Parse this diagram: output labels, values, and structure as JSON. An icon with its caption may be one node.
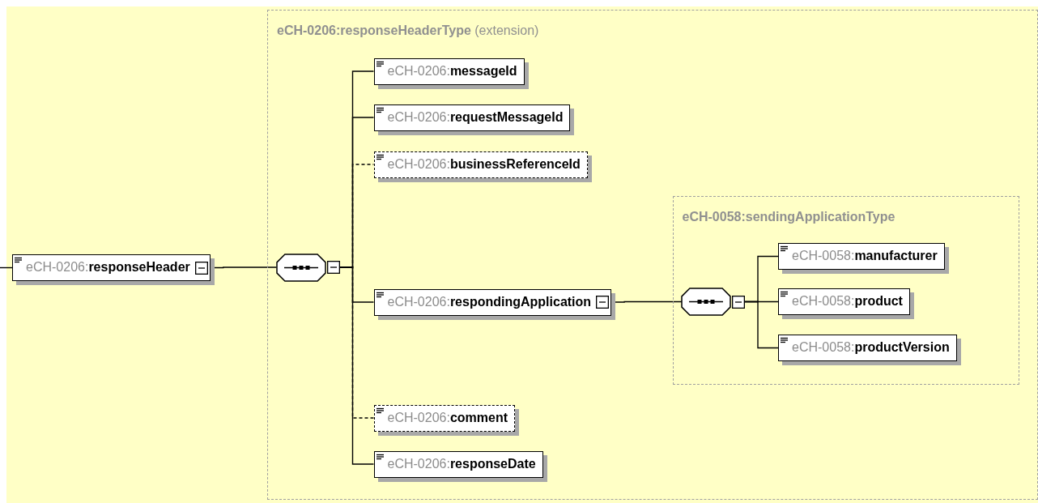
{
  "diagram": {
    "nodes": [
      {
        "text": [
          "eCH-0206:**responseHeader**"
        ]
      },
      {
        "text": [
          "**eCH-0206:responseHeaderType** (extension)"
        ]
      },
      {
        "text": [],
        "shape": "octagon",
        "in": 1
      },
      {
        "text": [
          "eCH-0206:**messageId**"
        ],
        "in": 1
      },
      {
        "text": [
          "eCH-0206:**requestMessageId**"
        ],
        "in": 1
      },
      {
        "text": [
          "eCH-0206:**businessReferenceId**"
        ],
        "in": 1
      },
      {
        "text": [
          "eCH-0206:**respondingApplication**"
        ],
        "in": 1
      },
      {
        "text": [
          "eCH-0058:sendingApplicationType"
        ],
        "in": 1
      },
      {
        "text": [],
        "shape": "octagon",
        "in": 7
      },
      {
        "text": [
          "eCH-0058:**manufacturer**"
        ],
        "in": 7
      },
      {
        "text": [
          "eCH-0058:**product**"
        ],
        "in": 7
      },
      {
        "text": [
          "eCH-0058:**productVersion**"
        ],
        "in": 7
      },
      {
        "text": [
          "eCH-0206:**comment**"
        ],
        "in": 1
      },
      {
        "text": [
          "eCH-0206:**responseDate**"
        ],
        "in": 1
      }
    ],
    "edges": [
      {
        "from": null,
        "to": 0,
        "arrow": "none"
      },
      {
        "from": 0,
        "to": 2,
        "arrow": "none"
      },
      {
        "from": 2,
        "to": 3,
        "arrow": "none"
      },
      {
        "from": 2,
        "to": 4,
        "arrow": "none"
      },
      {
        "from": 2,
        "to": 5,
        "arrow": "none",
        "style": "dashed"
      },
      {
        "from": 2,
        "to": 6,
        "arrow": "none"
      },
      {
        "from": 2,
        "to": 12,
        "arrow": "none",
        "style": "dashed"
      },
      {
        "from": 2,
        "to": 13,
        "arrow": "none"
      },
      {
        "from": 6,
        "to": 8,
        "arrow": "none"
      },
      {
        "from": 8,
        "to": 9,
        "arrow": "none"
      },
      {
        "from": 8,
        "to": 10,
        "arrow": "none"
      },
      {
        "from": 8,
        "to": 11,
        "arrow": "none"
      }
    ]
  }
}
